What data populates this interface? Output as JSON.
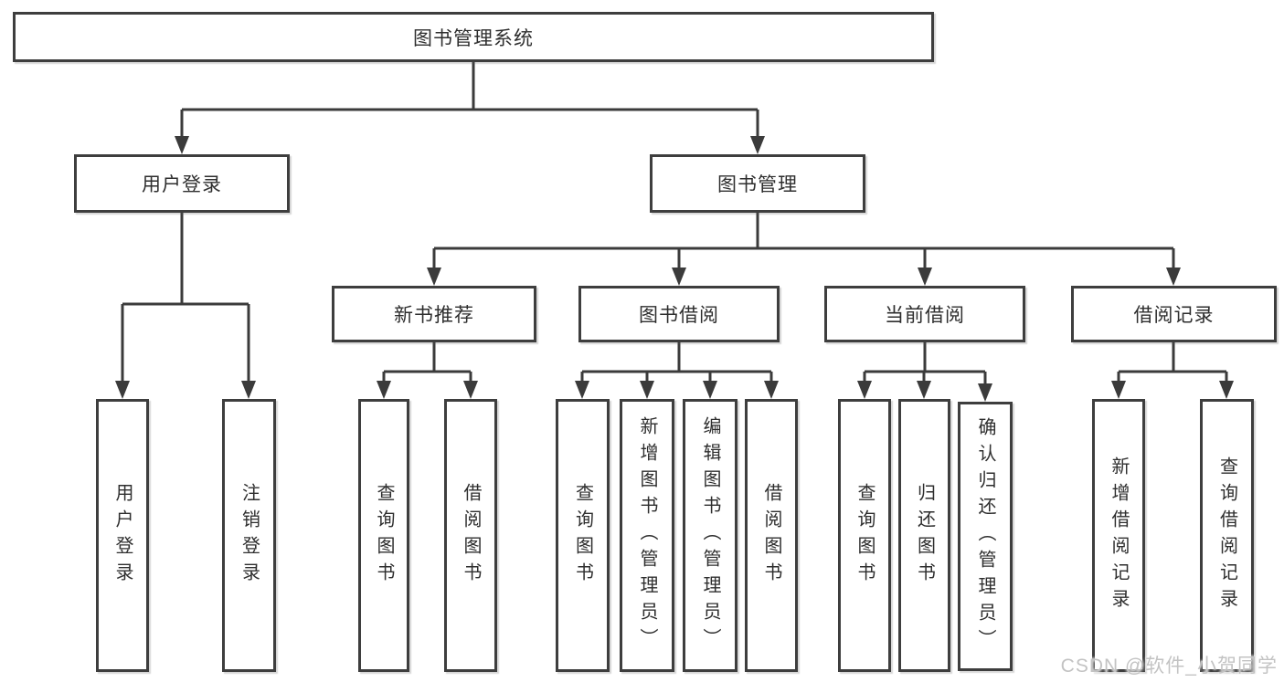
{
  "tree": {
    "root": {
      "label": "图书管理系统"
    },
    "branches": [
      {
        "label": "用户登录",
        "children": [
          {
            "label": "用户登录"
          },
          {
            "label": "注销登录"
          }
        ]
      },
      {
        "label": "图书管理",
        "sections": [
          {
            "label": "新书推荐",
            "children": [
              {
                "label": "查询图书"
              },
              {
                "label": "借阅图书"
              }
            ]
          },
          {
            "label": "图书借阅",
            "children": [
              {
                "label": "查询图书"
              },
              {
                "label": "新增图书（管理员）"
              },
              {
                "label": "编辑图书（管理员）"
              },
              {
                "label": "借阅图书"
              }
            ]
          },
          {
            "label": "当前借阅",
            "children": [
              {
                "label": "查询图书"
              },
              {
                "label": "归还图书"
              },
              {
                "label": "确认归还（管理员）"
              }
            ]
          },
          {
            "label": "借阅记录",
            "children": [
              {
                "label": "新增借阅记录"
              },
              {
                "label": "查询借阅记录"
              }
            ]
          }
        ]
      }
    ]
  },
  "watermark": "CSDN @软件_小贺同学",
  "colors": {
    "line": "#3b3b3b",
    "border": "#3e3e3e",
    "text": "#2e2e2e",
    "watermark": "#c3c3c3",
    "background": "#ffffff"
  }
}
